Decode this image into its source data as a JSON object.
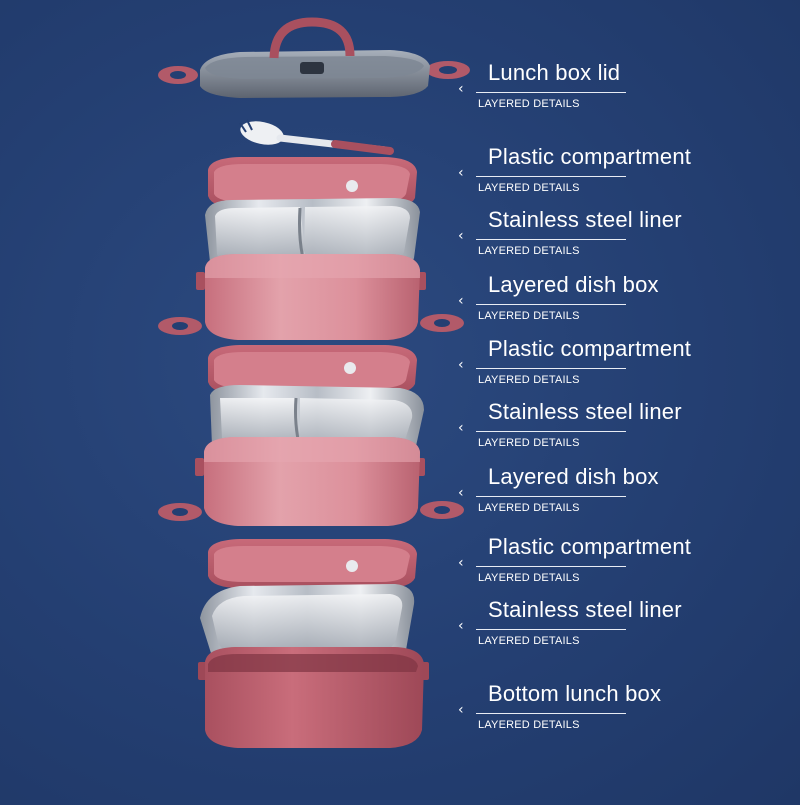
{
  "labels": [
    {
      "title": "Lunch box lid",
      "sub": "LAYERED DETAILS"
    },
    {
      "title": "Plastic compartment",
      "sub": "LAYERED DETAILS"
    },
    {
      "title": "Stainless steel liner",
      "sub": "LAYERED DETAILS"
    },
    {
      "title": "Layered dish box",
      "sub": "LAYERED DETAILS"
    },
    {
      "title": "Plastic compartment",
      "sub": "LAYERED DETAILS"
    },
    {
      "title": "Stainless steel liner",
      "sub": "LAYERED DETAILS"
    },
    {
      "title": "Layered dish box",
      "sub": "LAYERED DETAILS"
    },
    {
      "title": "Plastic compartment",
      "sub": "LAYERED DETAILS"
    },
    {
      "title": "Stainless steel liner",
      "sub": "LAYERED DETAILS"
    },
    {
      "title": "Bottom lunch box",
      "sub": "LAYERED DETAILS"
    }
  ],
  "colors": {
    "background": "#243f72",
    "box_pink": "#d9838f",
    "box_pink_dark": "#b85f6d",
    "lid_grey": "#8c96a4",
    "steel": "#c9ced6",
    "text": "#ffffff"
  }
}
